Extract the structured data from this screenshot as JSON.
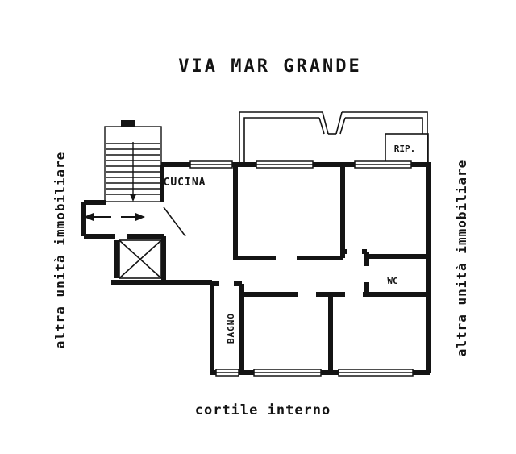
{
  "colors": {
    "ink": "#141414",
    "paper": "#ffffff"
  },
  "street_label": "VIA MAR GRANDE",
  "courtyard_label": "cortile interno",
  "left_unit_label": "altra unità immobiliare",
  "right_unit_label": "altra unità immobiliare",
  "rooms": {
    "kitchen": "CUCINA",
    "storage": "RIP.",
    "wc": "WC",
    "bathroom": "BAGNO"
  }
}
